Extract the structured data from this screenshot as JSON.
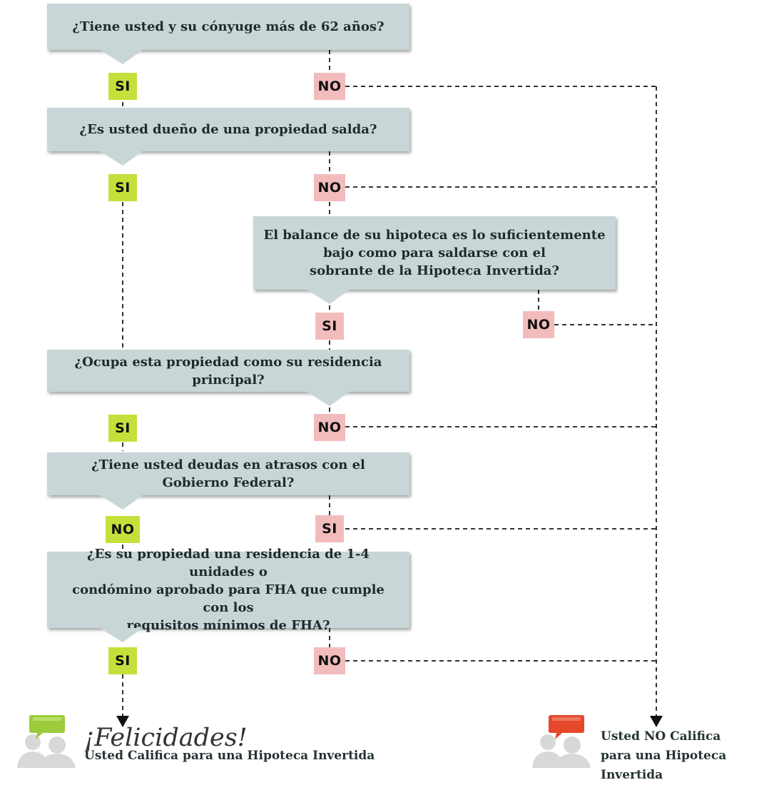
{
  "questions": {
    "q1": "¿Tiene usted y su cónyuge más de 62 años?",
    "q2": "¿Es usted dueño de una propiedad salda?",
    "q3_line1": "El balance de su hipoteca es lo suficientemente",
    "q3_line2": "bajo como para saldarse con el",
    "q3_line3": "sobrante de la Hipoteca Invertida?",
    "q4": "¿Ocupa esta propiedad como su residencia principal?",
    "q5": "¿Tiene usted deudas en atrasos con el Gobierno Federal?",
    "q6_line1": "¿Es su propiedad una residencia de 1-4 unidades o",
    "q6_line2": "condómino aprobado para FHA que cumple con los",
    "q6_line3": "requisitos mínimos de FHA?"
  },
  "answers": {
    "yes": "SI",
    "no": "NO"
  },
  "results": {
    "qualify_title": "¡Felicidades!",
    "qualify_text": "Usted Califica para una Hipoteca Invertida",
    "not_qualify_line1": "Usted NO Califica",
    "not_qualify_line2": "para una Hipoteca Invertida"
  },
  "colors": {
    "question_box": "#c9d6d8",
    "yes_tag": "#c6e03b",
    "no_tag": "#f2bcbd",
    "qualify_bubble": "#9ccc3c",
    "not_qualify_bubble": "#e5482b",
    "connector": "#333333"
  }
}
